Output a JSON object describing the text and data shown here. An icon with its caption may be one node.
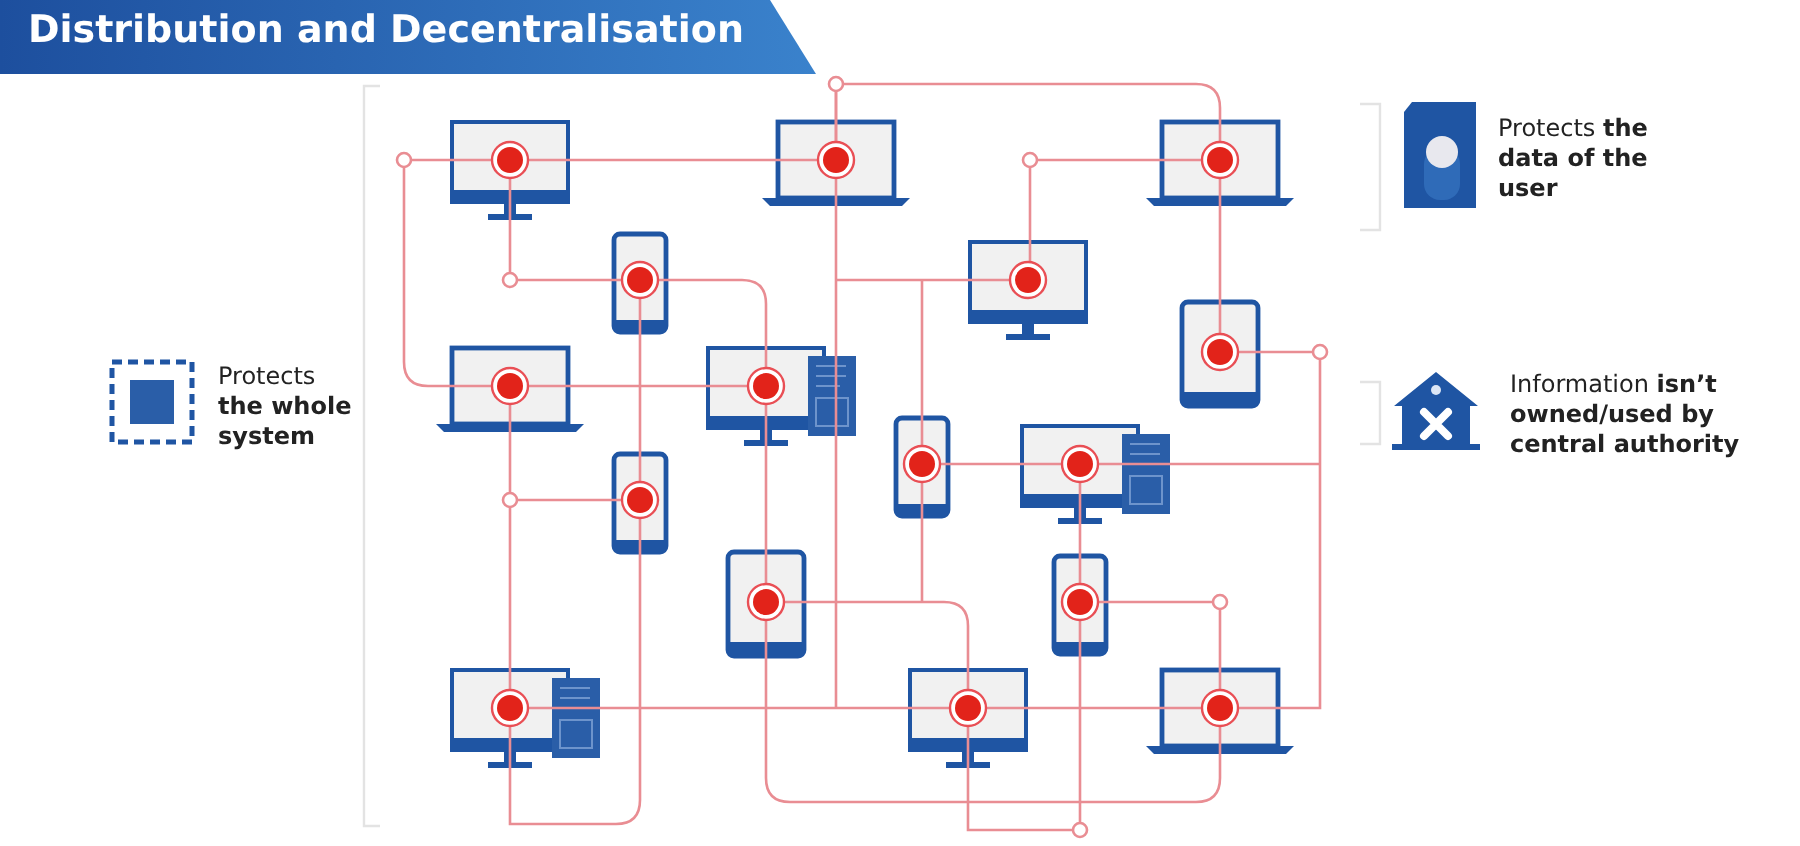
{
  "diagram": {
    "title": "Distribution and Decentralisation",
    "labels": [
      "Protects **the whole system**",
      "Protects **the data of the user**",
      "Information **isn’t owned/used by central authority**"
    ]
  }
}
